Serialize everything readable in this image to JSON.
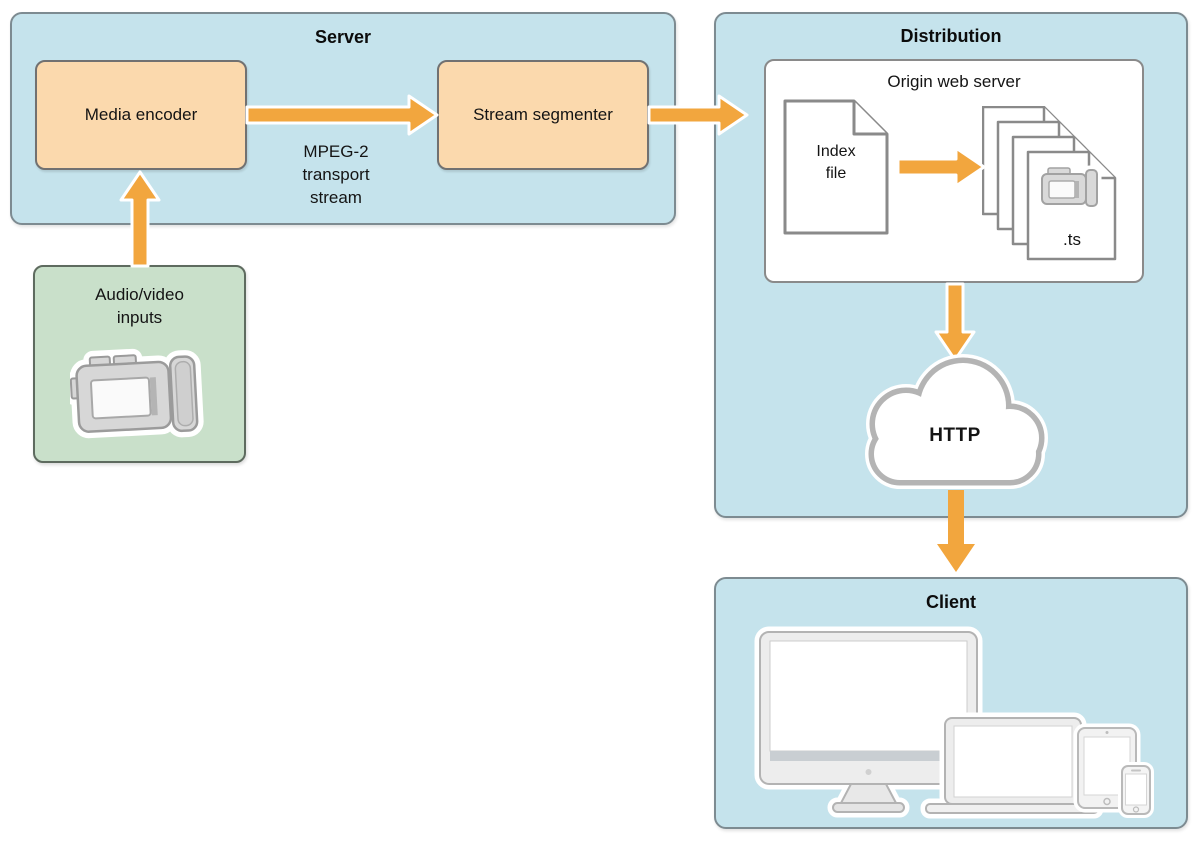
{
  "server": {
    "title": "Server",
    "media_encoder": "Media encoder",
    "stream_segmenter": "Stream segmenter",
    "stream_label": [
      "MPEG-2",
      "transport",
      "stream"
    ]
  },
  "inputs": {
    "label": [
      "Audio/video",
      "inputs"
    ]
  },
  "distribution": {
    "title": "Distribution",
    "origin_title": "Origin web server",
    "index_file": [
      "Index",
      "file"
    ],
    "ts_label": ".ts",
    "http_label": "HTTP"
  },
  "client": {
    "title": "Client"
  },
  "arrows": [
    {
      "from": "audio-video-inputs",
      "to": "media-encoder"
    },
    {
      "from": "media-encoder",
      "to": "stream-segmenter",
      "label": "MPEG-2 transport stream"
    },
    {
      "from": "stream-segmenter",
      "to": "distribution"
    },
    {
      "from": "index-file",
      "to": "ts-segments"
    },
    {
      "from": "origin-web-server",
      "to": "http-cloud"
    },
    {
      "from": "http-cloud",
      "to": "client"
    }
  ],
  "icons": {
    "camcorder": "video-camera",
    "index_document": "document-page-folded-corner",
    "ts_stack": "stacked-document-pages",
    "cloud": "network-cloud",
    "desktop": "imac-desktop",
    "laptop": "macbook-laptop",
    "tablet": "ipad-tablet",
    "phone": "iphone-phone"
  },
  "colors": {
    "panel_blue": "#c5e3ec",
    "panel_border": "#7d8b91",
    "node_orange": "#fbd9ad",
    "node_border": "#717171",
    "green_fill": "#c9e0ca",
    "green_border": "#5e6b5f",
    "arrow_orange": "#f2a63e",
    "cloud_border": "#b4b4b4",
    "text": "#141414"
  }
}
